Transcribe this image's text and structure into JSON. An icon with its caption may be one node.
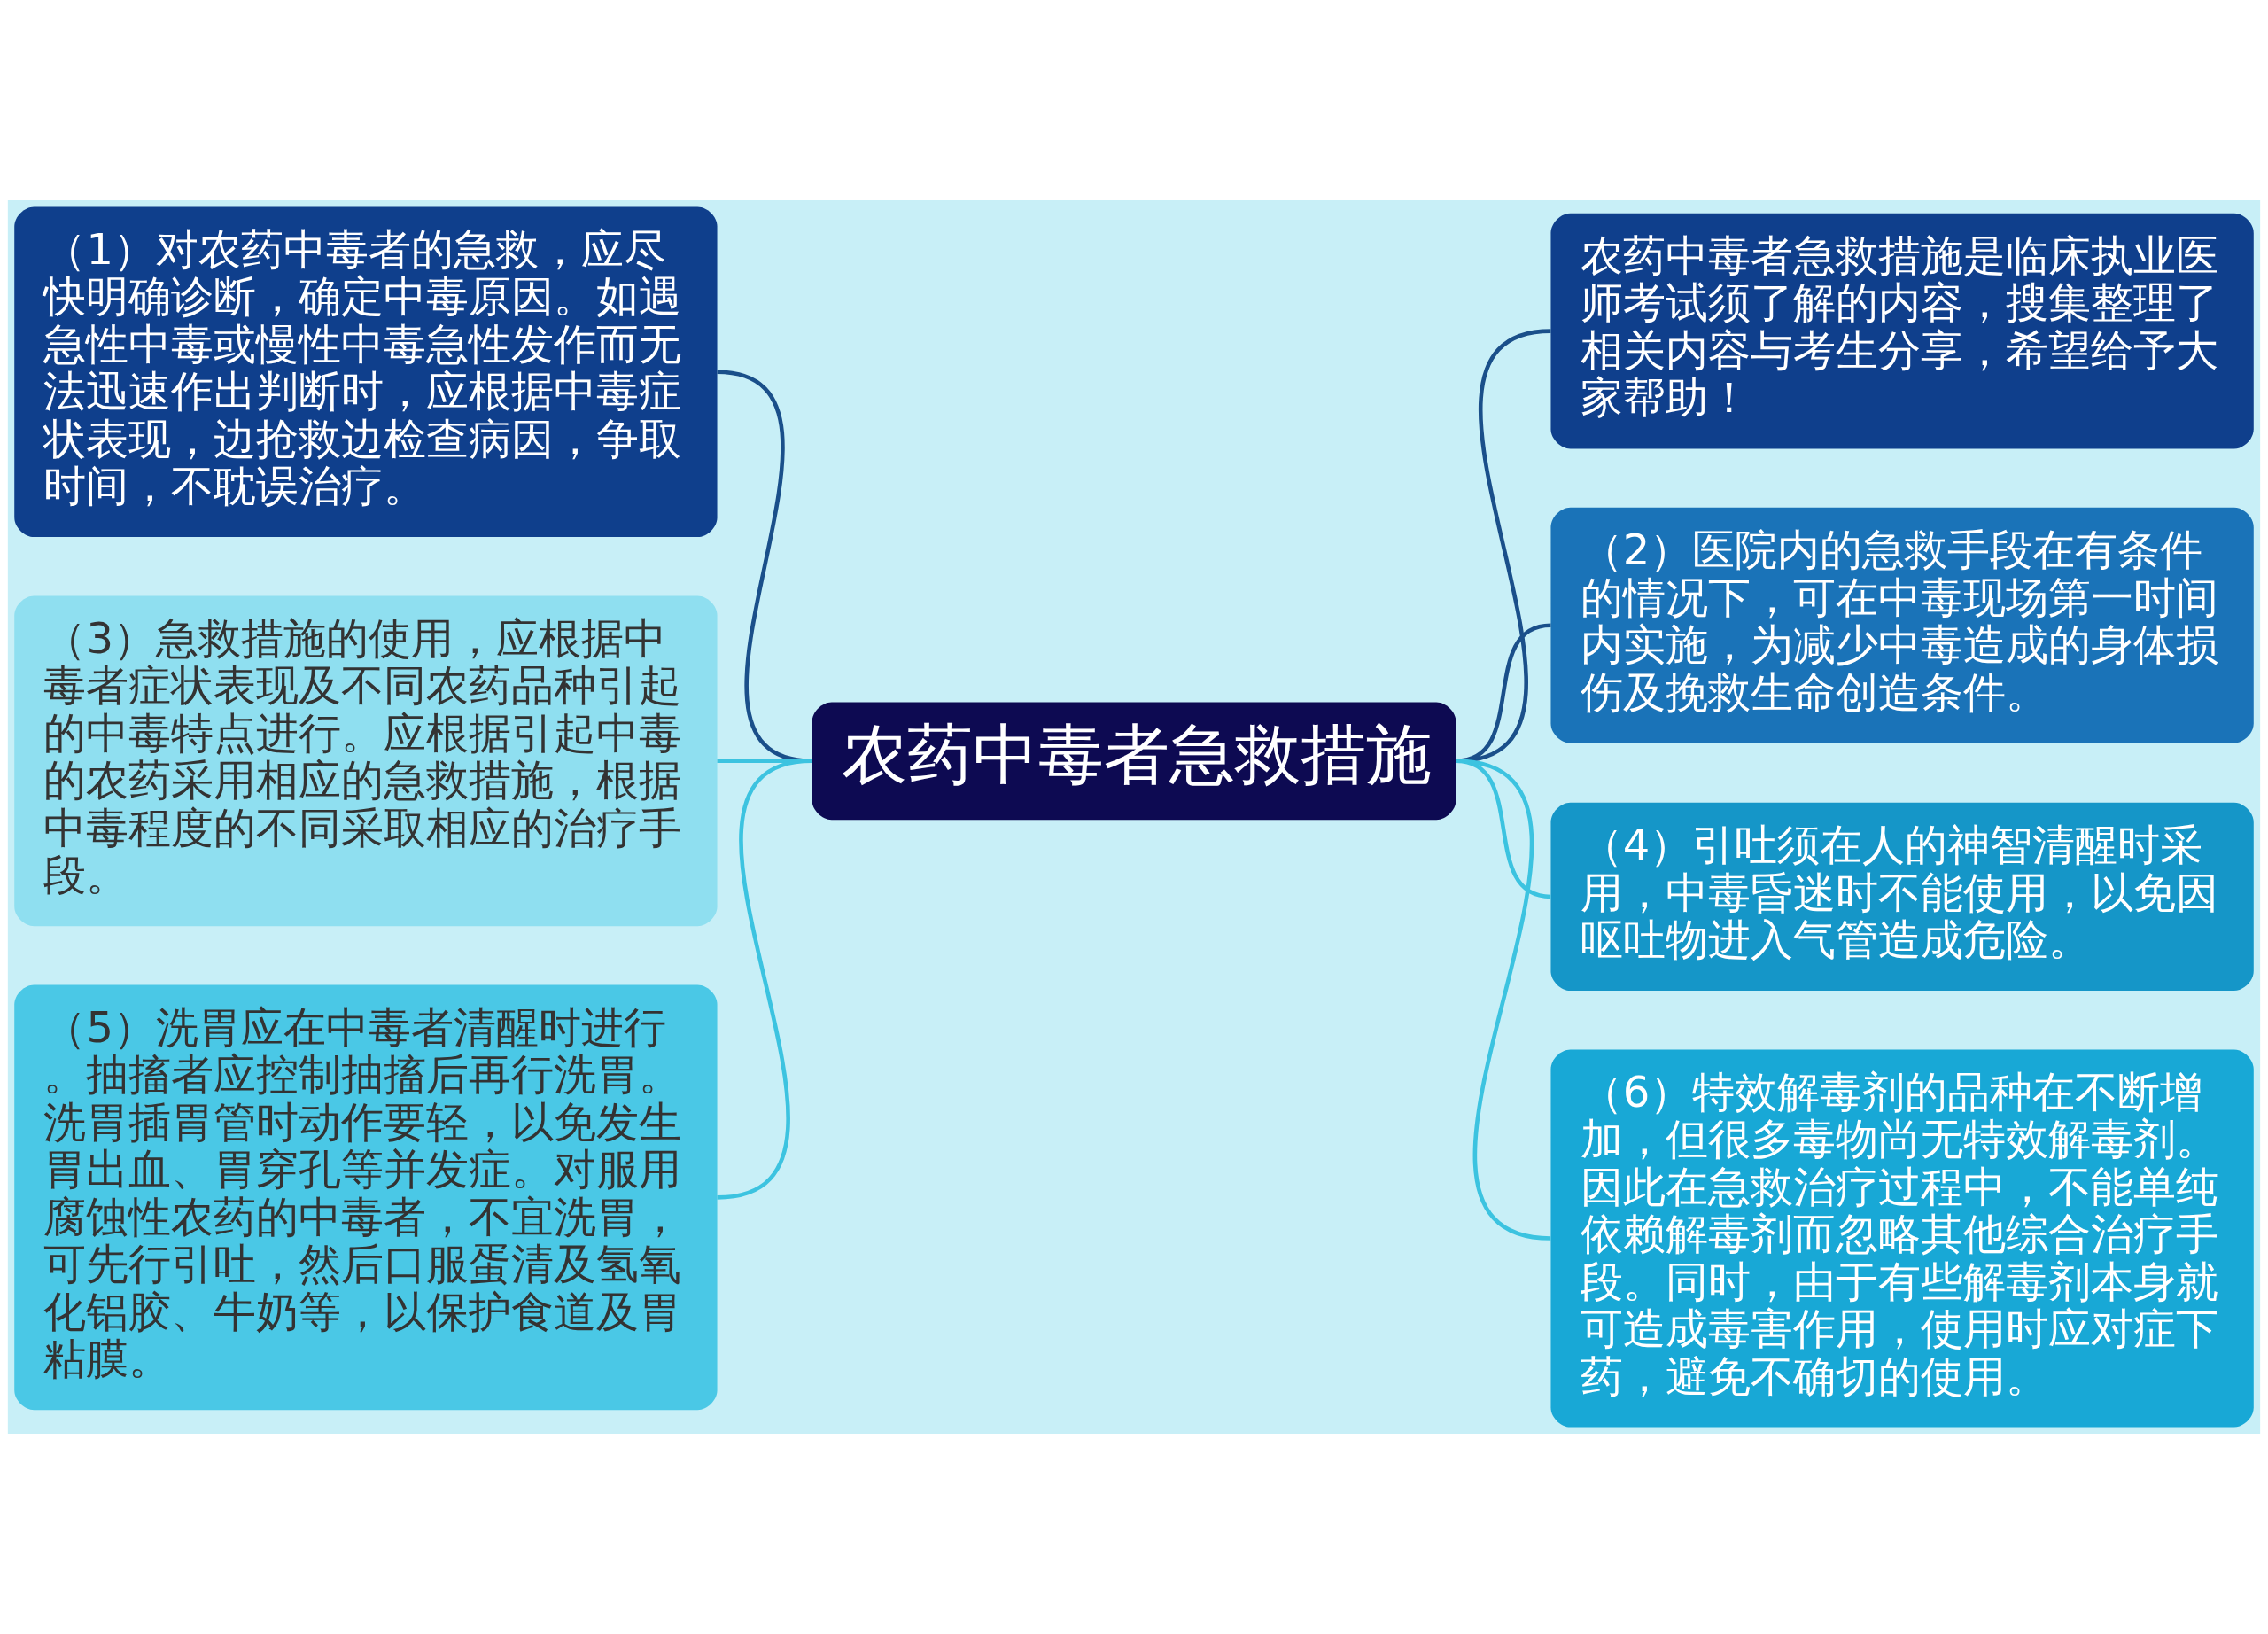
{
  "diagram": {
    "nodes": [
      {
        "text": [
          "农药中毒者急救措施"
        ]
      },
      {
        "text": [
          "农药中毒者急救措施是临床执业医师考试须了解的内容，搜集整理了相关内容与考生分享，希望给予大家帮助！"
        ]
      },
      {
        "text": [
          "（1）对农药中毒者的急救，应尽快明确诊断，确定中毒原因。如遇急性中毒或慢性中毒急性发作而无法迅速作出判断时，应根据中毒症状表现，边抢救边检查病因，争取时间，不耽误治疗。"
        ]
      },
      {
        "text": [
          "（2）医院内的急救手段在有条件的情况下，可在中毒现场第一时间内实施，为减少中毒造成的身体损伤及挽救生命创造条件。"
        ]
      },
      {
        "text": [
          "（3）急救措施的使用，应根据中毒者症状表现及不同农药品种引起的中毒特点进行。应根据引起中毒的农药采用相应的急救措施，根据中毒程度的不同采取相应的治疗手段。"
        ]
      },
      {
        "text": [
          "（4）引吐须在人的神智清醒时采用，中毒昏迷时不能使用，以免因呕吐物进入气管造成危险。"
        ]
      },
      {
        "text": [
          "（5）洗胃应在中毒者清醒时进行。抽搐者应控制抽搐后再行洗胃。洗胃插胃管时动作要轻，以免发生胃出血、胃穿孔等并发症。对服用腐蚀性农药的中毒者，不宜洗胃，可先行引吐，然后口服蛋清及氢氧化铝胶、牛奶等，以保护食道及胃粘膜。"
        ]
      },
      {
        "text": [
          "（6）特效解毒剂的品种在不断增加，但很多毒物尚无特效解毒剂。因此在急救治疗过程中，不能单纯依赖解毒剂而忽略其他综合治疗手段。同时，由于有些解毒剂本身就可造成毒害作用，使用时应对症下药，避免不确切的使用。"
        ]
      }
    ],
    "edges": [
      {
        "from": 0,
        "to": 1,
        "arrow": "none",
        "color": "#1a4f8a"
      },
      {
        "from": 0,
        "to": 2,
        "arrow": "none",
        "color": "#1a4f8a"
      },
      {
        "from": 0,
        "to": 3,
        "arrow": "none",
        "color": "#1a4f8a"
      },
      {
        "from": 0,
        "to": 4,
        "arrow": "none"
      },
      {
        "from": 0,
        "to": 5,
        "arrow": "none"
      },
      {
        "from": 0,
        "to": 6,
        "arrow": "none"
      },
      {
        "from": 0,
        "to": 7,
        "arrow": "none"
      }
    ]
  }
}
